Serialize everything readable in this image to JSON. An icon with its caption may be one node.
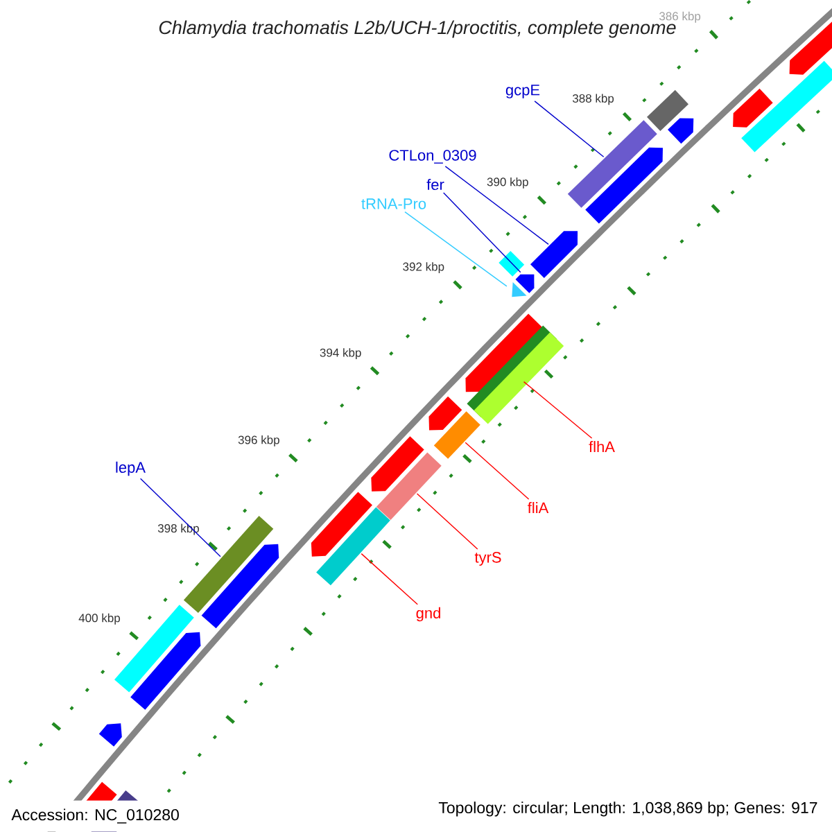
{
  "diagram": {
    "title": "Chlamydia trachomatis L2b/UCH-1/proctitis, complete genome",
    "nodes": [
      {
        "text": [
          "gcpE"
        ]
      },
      {
        "text": [
          "CTLon_0309"
        ]
      },
      {
        "text": [
          "fer"
        ]
      },
      {
        "text": [
          "tRNA-Pro"
        ]
      },
      {
        "text": [
          "lepA"
        ]
      },
      {
        "text": [
          "flhA"
        ]
      },
      {
        "text": [
          "fliA"
        ]
      },
      {
        "text": [
          "tyrS"
        ]
      },
      {
        "text": [
          "gnd"
        ]
      },
      {
        "text": [],
        "shape": "bar"
      },
      {
        "text": [],
        "shape": "arrow"
      },
      {
        "text": [],
        "shape": "arrow"
      },
      {
        "text": [],
        "shape": "triangle"
      },
      {
        "text": [],
        "shape": "bar"
      },
      {
        "text": [],
        "shape": "bar"
      },
      {
        "text": [],
        "shape": "bar"
      },
      {
        "text": [],
        "shape": "bar"
      },
      {
        "text": [],
        "shape": "bar"
      }
    ],
    "edges": [
      {
        "from": 0,
        "to": 9,
        "arrow": "none",
        "color": "#0000cc"
      },
      {
        "from": 1,
        "to": 10,
        "arrow": "none",
        "color": "#0000cc"
      },
      {
        "from": 2,
        "to": 11,
        "arrow": "none",
        "color": "#0000cc"
      },
      {
        "from": 3,
        "to": 12,
        "arrow": "none",
        "color": "#33ccff"
      },
      {
        "from": 4,
        "to": 13,
        "arrow": "none",
        "color": "#0000cc"
      },
      {
        "from": 5,
        "to": 14,
        "arrow": "none",
        "color": "#ff0000"
      },
      {
        "from": 6,
        "to": 15,
        "arrow": "none",
        "color": "#ff0000"
      },
      {
        "from": 7,
        "to": 16,
        "arrow": "none",
        "color": "#ff0000"
      },
      {
        "from": 8,
        "to": 17,
        "arrow": "none",
        "color": "#ff0000"
      }
    ],
    "labels": [
      "386 kbp",
      "388 kbp",
      "390 kbp",
      "392 kbp",
      "394 kbp",
      "396 kbp",
      "398 kbp",
      "400 kbp",
      "Accession: NC_010280",
      "Topology: circular; Length: 1,038,869 bp; Genes: 917"
    ]
  }
}
